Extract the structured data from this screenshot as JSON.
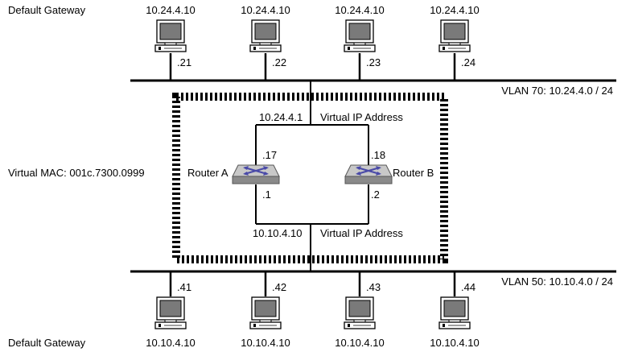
{
  "top": {
    "gateway_caption": "Default Gateway",
    "hosts": [
      {
        "gateway": "10.24.4.10",
        "host_id": ".21"
      },
      {
        "gateway": "10.24.4.10",
        "host_id": ".22"
      },
      {
        "gateway": "10.24.4.10",
        "host_id": ".23"
      },
      {
        "gateway": "10.24.4.10",
        "host_id": ".24"
      }
    ],
    "vlan_label": "VLAN 70: 10.24.4.0 / 24",
    "virtual_ip": "10.24.4.1",
    "virtual_ip_caption": "Virtual IP Address"
  },
  "bottom": {
    "gateway_caption": "Default Gateway",
    "hosts": [
      {
        "gateway": "10.10.4.10",
        "host_id": ".41"
      },
      {
        "gateway": "10.10.4.10",
        "host_id": ".42"
      },
      {
        "gateway": "10.10.4.10",
        "host_id": ".43"
      },
      {
        "gateway": "10.10.4.10",
        "host_id": ".44"
      }
    ],
    "vlan_label": "VLAN 50: 10.10.4.0 / 24",
    "virtual_ip": "10.10.4.10",
    "virtual_ip_caption": "Virtual IP Address"
  },
  "virtual_mac": "Virtual MAC: 001c.7300.0999",
  "router_a": {
    "label": "Router A",
    "top_id": ".17",
    "bottom_id": ".1"
  },
  "router_b": {
    "label": "Router B",
    "top_id": ".18",
    "bottom_id": ".2"
  },
  "colors": {
    "line": "#000000",
    "router_top": "#c8c8c8",
    "router_side": "#8a8a8a",
    "arrows": "#4a4aa8",
    "screen": "#7a7a7a"
  }
}
